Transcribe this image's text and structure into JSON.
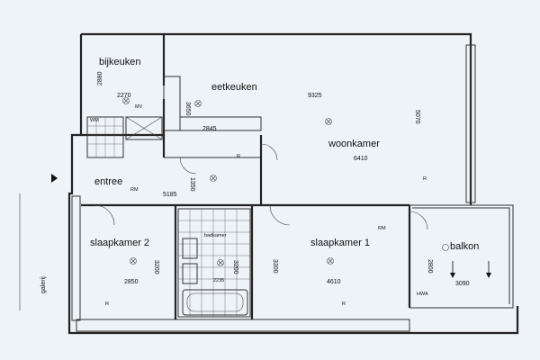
{
  "rooms": {
    "bijkeuken": "bijkeuken",
    "eetkeuken": "eetkeuken",
    "woonkamer": "woonkamer",
    "entree": "entree",
    "slaapkamer2": "slaapkamer 2",
    "slaapkamer1": "slaapkamer 1",
    "badkamer": "badkamer",
    "balkon": "balkon",
    "galerij": "galerij"
  },
  "dimensions": {
    "d2880": "2880",
    "d2270": "2270",
    "d3650": "3650",
    "d2845": "2845",
    "d9325": "9325",
    "d5070": "5070",
    "d6410": "6410",
    "d1350": "1350",
    "d5185": "5185",
    "d3200a": "3200",
    "d2850": "2850",
    "d3200b": "3200",
    "d3300": "3300",
    "d4610": "4610",
    "d2800": "2800",
    "d3090": "3090",
    "d2235": "2235"
  },
  "labels": {
    "rm1": "RM",
    "rm2": "RM",
    "wm": "WM",
    "mv": "MV",
    "hwa": "HWA",
    "r1": "R",
    "r2": "R",
    "r3": "R",
    "r4": "R"
  },
  "colors": {
    "background": "#eef3f8",
    "wall": "#222222",
    "text": "#111111"
  }
}
